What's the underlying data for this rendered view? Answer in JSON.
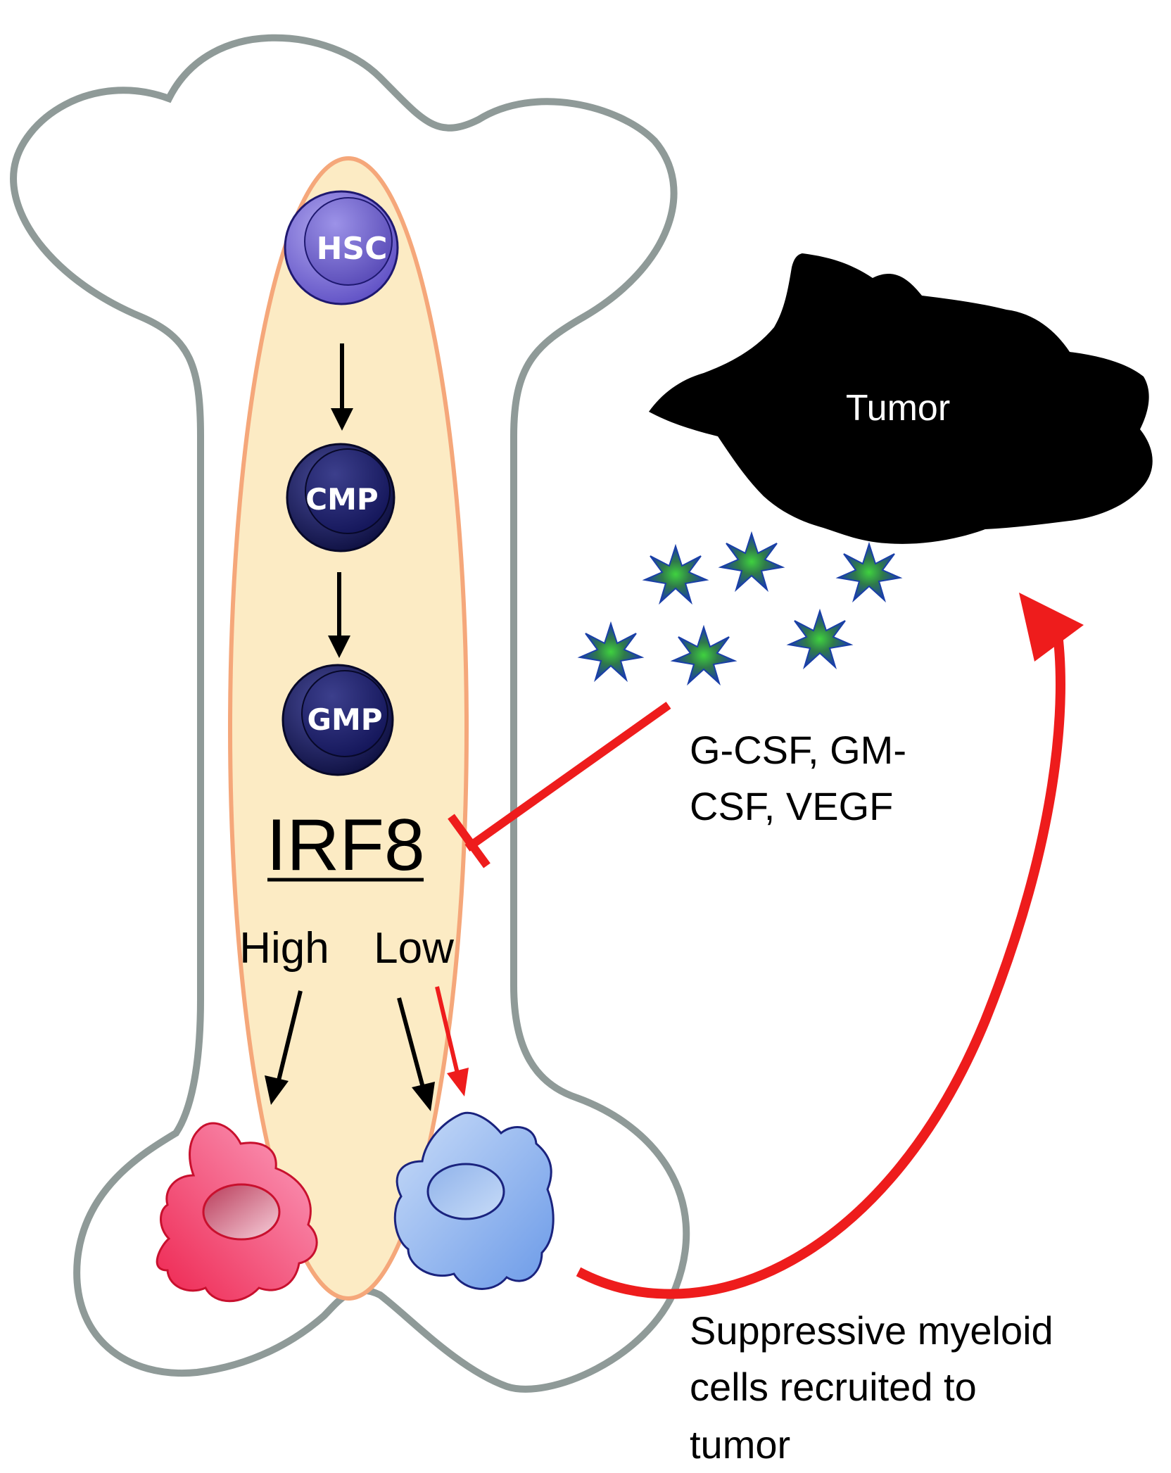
{
  "cells": {
    "hsc": "HSC",
    "cmp": "CMP",
    "gmp": "GMP"
  },
  "regulator": {
    "name": "IRF8",
    "high": "High",
    "low": "Low"
  },
  "tumor": {
    "label": "Tumor"
  },
  "factors": {
    "line1": "G-CSF, GM-",
    "line2": "CSF, VEGF"
  },
  "recruitment": {
    "line1": "Suppressive myeloid",
    "line2": "cells  recruited to",
    "line3": "tumor"
  },
  "colors": {
    "bone_outline": "#8f9a98",
    "marrow_fill": "#fcebc4",
    "marrow_outline": "#f5a77a",
    "inhibition_red": "#ee1c1c",
    "hsc_purple": "#7d6fd6",
    "progenitor_navy": "#141654",
    "irf8_high_cell": "#f0587c",
    "irf8_low_cell": "#8fb4f0",
    "tumor_black": "#000000"
  }
}
